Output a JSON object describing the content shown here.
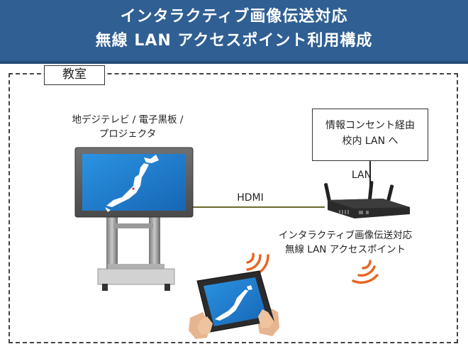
{
  "header": {
    "line1": "インタラクティブ画像伝送対応",
    "line2": "無線 LAN アクセスポイント利用構成"
  },
  "room": {
    "label": "教室"
  },
  "tv": {
    "label_line1": "地デジテレビ / 電子黒板 /",
    "label_line2": "プロジェクタ"
  },
  "connection": {
    "hdmi": "HDMI",
    "lan": "LAN"
  },
  "outlet": {
    "line1": "情報コンセント経由",
    "line2": "校内 LAN へ"
  },
  "access_point": {
    "label_line1": "インタラクティブ画像伝送対応",
    "label_line2": "無線 LAN アクセスポイント"
  },
  "colors": {
    "header": "#2f5f93",
    "screen": "#1f7fd0",
    "cable": "#6b6a2f",
    "wifi": "#e8641e"
  }
}
